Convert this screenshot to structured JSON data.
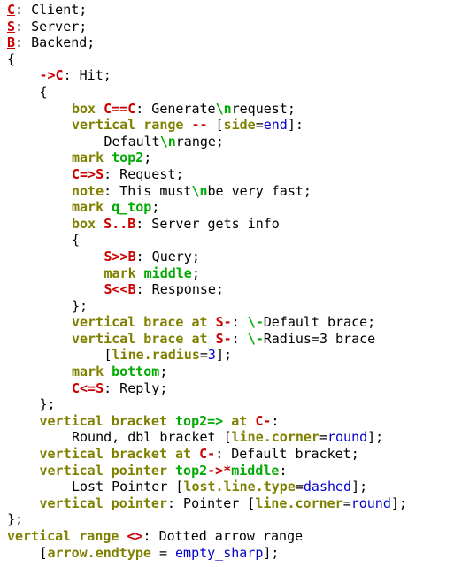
{
  "colors": {
    "keyword": "#808000",
    "entity": "#cc0000",
    "mark": "#00aa00",
    "value": "#0000cc",
    "text": "#000000"
  },
  "lines": [
    {
      "indent": 0,
      "tokens": [
        {
          "t": "C",
          "c": "ent",
          "u": true
        },
        {
          "t": ": Client;",
          "c": "plain"
        }
      ]
    },
    {
      "indent": 0,
      "tokens": [
        {
          "t": "S",
          "c": "ent",
          "u": true
        },
        {
          "t": ": Server;",
          "c": "plain"
        }
      ]
    },
    {
      "indent": 0,
      "tokens": [
        {
          "t": "B",
          "c": "ent",
          "u": true
        },
        {
          "t": ": Backend;",
          "c": "plain"
        }
      ]
    },
    {
      "indent": 0,
      "tokens": [
        {
          "t": "{",
          "c": "plain"
        }
      ]
    },
    {
      "indent": 1,
      "tokens": [
        {
          "t": "->C",
          "c": "ent"
        },
        {
          "t": ": Hit;",
          "c": "plain"
        }
      ]
    },
    {
      "indent": 1,
      "tokens": [
        {
          "t": "{",
          "c": "plain"
        }
      ]
    },
    {
      "indent": 2,
      "tokens": [
        {
          "t": "box ",
          "c": "kw"
        },
        {
          "t": "C==C",
          "c": "ent"
        },
        {
          "t": ": Generate",
          "c": "plain"
        },
        {
          "t": "\\n",
          "c": "esc"
        },
        {
          "t": "request;",
          "c": "plain"
        }
      ]
    },
    {
      "indent": 2,
      "tokens": [
        {
          "t": "vertical range ",
          "c": "kw"
        },
        {
          "t": "--",
          "c": "ent"
        },
        {
          "t": " [",
          "c": "plain"
        },
        {
          "t": "side",
          "c": "attr"
        },
        {
          "t": "=",
          "c": "plain"
        },
        {
          "t": "end",
          "c": "val"
        },
        {
          "t": "]:",
          "c": "plain"
        }
      ]
    },
    {
      "indent": 3,
      "tokens": [
        {
          "t": "Default",
          "c": "plain"
        },
        {
          "t": "\\n",
          "c": "esc"
        },
        {
          "t": "range;",
          "c": "plain"
        }
      ]
    },
    {
      "indent": 2,
      "tokens": [
        {
          "t": "mark ",
          "c": "kw"
        },
        {
          "t": "top2",
          "c": "mark"
        },
        {
          "t": ";",
          "c": "plain"
        }
      ]
    },
    {
      "indent": 2,
      "tokens": [
        {
          "t": "C=>S",
          "c": "ent"
        },
        {
          "t": ": Request;",
          "c": "plain"
        }
      ]
    },
    {
      "indent": 2,
      "tokens": [
        {
          "t": "note",
          "c": "kw"
        },
        {
          "t": ": This must",
          "c": "plain"
        },
        {
          "t": "\\n",
          "c": "esc"
        },
        {
          "t": "be very fast;",
          "c": "plain"
        }
      ]
    },
    {
      "indent": 2,
      "tokens": [
        {
          "t": "mark ",
          "c": "kw"
        },
        {
          "t": "q_top",
          "c": "mark"
        },
        {
          "t": ";",
          "c": "plain"
        }
      ]
    },
    {
      "indent": 2,
      "tokens": [
        {
          "t": "box ",
          "c": "kw"
        },
        {
          "t": "S..B",
          "c": "ent"
        },
        {
          "t": ": Server gets info",
          "c": "plain"
        }
      ]
    },
    {
      "indent": 2,
      "tokens": [
        {
          "t": "{",
          "c": "plain"
        }
      ]
    },
    {
      "indent": 3,
      "tokens": [
        {
          "t": "S>>B",
          "c": "ent"
        },
        {
          "t": ": Query;",
          "c": "plain"
        }
      ]
    },
    {
      "indent": 3,
      "tokens": [
        {
          "t": "mark ",
          "c": "kw"
        },
        {
          "t": "middle",
          "c": "mark"
        },
        {
          "t": ";",
          "c": "plain"
        }
      ]
    },
    {
      "indent": 3,
      "tokens": [
        {
          "t": "S<<B",
          "c": "ent"
        },
        {
          "t": ": Response;",
          "c": "plain"
        }
      ]
    },
    {
      "indent": 2,
      "tokens": [
        {
          "t": "};",
          "c": "plain"
        }
      ]
    },
    {
      "indent": 2,
      "tokens": [
        {
          "t": "vertical brace at ",
          "c": "kw"
        },
        {
          "t": "S-",
          "c": "ent"
        },
        {
          "t": ": ",
          "c": "plain"
        },
        {
          "t": "\\-",
          "c": "esc"
        },
        {
          "t": "Default brace;",
          "c": "plain"
        }
      ]
    },
    {
      "indent": 2,
      "tokens": [
        {
          "t": "vertical brace at ",
          "c": "kw"
        },
        {
          "t": "S-",
          "c": "ent"
        },
        {
          "t": ": ",
          "c": "plain"
        },
        {
          "t": "\\-",
          "c": "esc"
        },
        {
          "t": "Radius=3 brace",
          "c": "plain"
        }
      ]
    },
    {
      "indent": 3,
      "tokens": [
        {
          "t": "[",
          "c": "plain"
        },
        {
          "t": "line.radius",
          "c": "attr"
        },
        {
          "t": "=",
          "c": "plain"
        },
        {
          "t": "3",
          "c": "val"
        },
        {
          "t": "];",
          "c": "plain"
        }
      ]
    },
    {
      "indent": 2,
      "tokens": [
        {
          "t": "mark ",
          "c": "kw"
        },
        {
          "t": "bottom",
          "c": "mark"
        },
        {
          "t": ";",
          "c": "plain"
        }
      ]
    },
    {
      "indent": 2,
      "tokens": [
        {
          "t": "C<=S",
          "c": "ent"
        },
        {
          "t": ": Reply;",
          "c": "plain"
        }
      ]
    },
    {
      "indent": 1,
      "tokens": [
        {
          "t": "};",
          "c": "plain"
        }
      ]
    },
    {
      "indent": 1,
      "tokens": [
        {
          "t": "vertical bracket ",
          "c": "kw"
        },
        {
          "t": "top2=>",
          "c": "mark"
        },
        {
          "t": " at ",
          "c": "kw"
        },
        {
          "t": "C-",
          "c": "ent"
        },
        {
          "t": ":",
          "c": "plain"
        }
      ]
    },
    {
      "indent": 2,
      "tokens": [
        {
          "t": "Round, dbl bracket [",
          "c": "plain"
        },
        {
          "t": "line.corner",
          "c": "attr"
        },
        {
          "t": "=",
          "c": "plain"
        },
        {
          "t": "round",
          "c": "val"
        },
        {
          "t": "];",
          "c": "plain"
        }
      ]
    },
    {
      "indent": 1,
      "tokens": [
        {
          "t": "vertical bracket at ",
          "c": "kw"
        },
        {
          "t": "C-",
          "c": "ent"
        },
        {
          "t": ": Default bracket;",
          "c": "plain"
        }
      ]
    },
    {
      "indent": 1,
      "tokens": [
        {
          "t": "vertical pointer ",
          "c": "kw"
        },
        {
          "t": "top2",
          "c": "mark"
        },
        {
          "t": "->*",
          "c": "ent"
        },
        {
          "t": "middle",
          "c": "mark"
        },
        {
          "t": ":",
          "c": "plain"
        }
      ]
    },
    {
      "indent": 2,
      "tokens": [
        {
          "t": "Lost Pointer [",
          "c": "plain"
        },
        {
          "t": "lost.line.type",
          "c": "attr"
        },
        {
          "t": "=",
          "c": "plain"
        },
        {
          "t": "dashed",
          "c": "val"
        },
        {
          "t": "];",
          "c": "plain"
        }
      ]
    },
    {
      "indent": 1,
      "tokens": [
        {
          "t": "vertical pointer",
          "c": "kw"
        },
        {
          "t": ": Pointer [",
          "c": "plain"
        },
        {
          "t": "line.corner",
          "c": "attr"
        },
        {
          "t": "=",
          "c": "plain"
        },
        {
          "t": "round",
          "c": "val"
        },
        {
          "t": "];",
          "c": "plain"
        }
      ]
    },
    {
      "indent": 0,
      "tokens": [
        {
          "t": "};",
          "c": "plain"
        }
      ]
    },
    {
      "indent": 0,
      "tokens": [
        {
          "t": "vertical range ",
          "c": "kw"
        },
        {
          "t": "<>",
          "c": "ent"
        },
        {
          "t": ": Dotted arrow range",
          "c": "plain"
        }
      ]
    },
    {
      "indent": 1,
      "tokens": [
        {
          "t": "[",
          "c": "plain"
        },
        {
          "t": "arrow.endtype",
          "c": "attr"
        },
        {
          "t": " = ",
          "c": "plain"
        },
        {
          "t": "empty_sharp",
          "c": "val"
        },
        {
          "t": "];",
          "c": "plain"
        }
      ]
    }
  ]
}
